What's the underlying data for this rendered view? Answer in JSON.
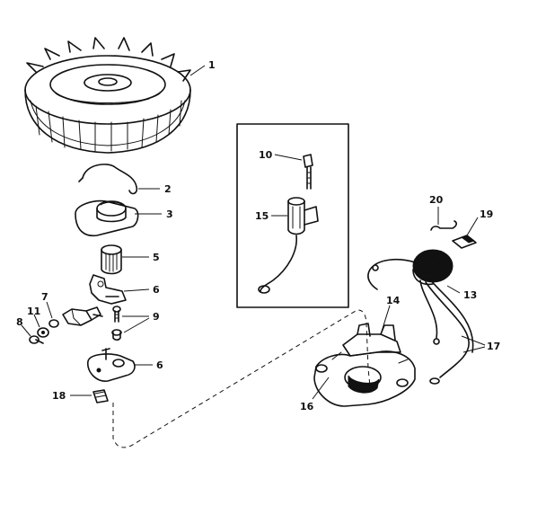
{
  "diagram": {
    "callouts": [
      {
        "id": "c1",
        "label": "1"
      },
      {
        "id": "c2",
        "label": "2"
      },
      {
        "id": "c3",
        "label": "3"
      },
      {
        "id": "c5",
        "label": "5"
      },
      {
        "id": "c6a",
        "label": "6"
      },
      {
        "id": "c7",
        "label": "7"
      },
      {
        "id": "c8",
        "label": "8"
      },
      {
        "id": "c11",
        "label": "11"
      },
      {
        "id": "c9",
        "label": "9"
      },
      {
        "id": "c6b",
        "label": "6"
      },
      {
        "id": "c18",
        "label": "18"
      },
      {
        "id": "c10",
        "label": "10"
      },
      {
        "id": "c15",
        "label": "15"
      },
      {
        "id": "c20",
        "label": "20"
      },
      {
        "id": "c19",
        "label": "19"
      },
      {
        "id": "c13",
        "label": "13"
      },
      {
        "id": "c17",
        "label": "17"
      },
      {
        "id": "c14",
        "label": "14"
      },
      {
        "id": "c16",
        "label": "16"
      }
    ]
  }
}
